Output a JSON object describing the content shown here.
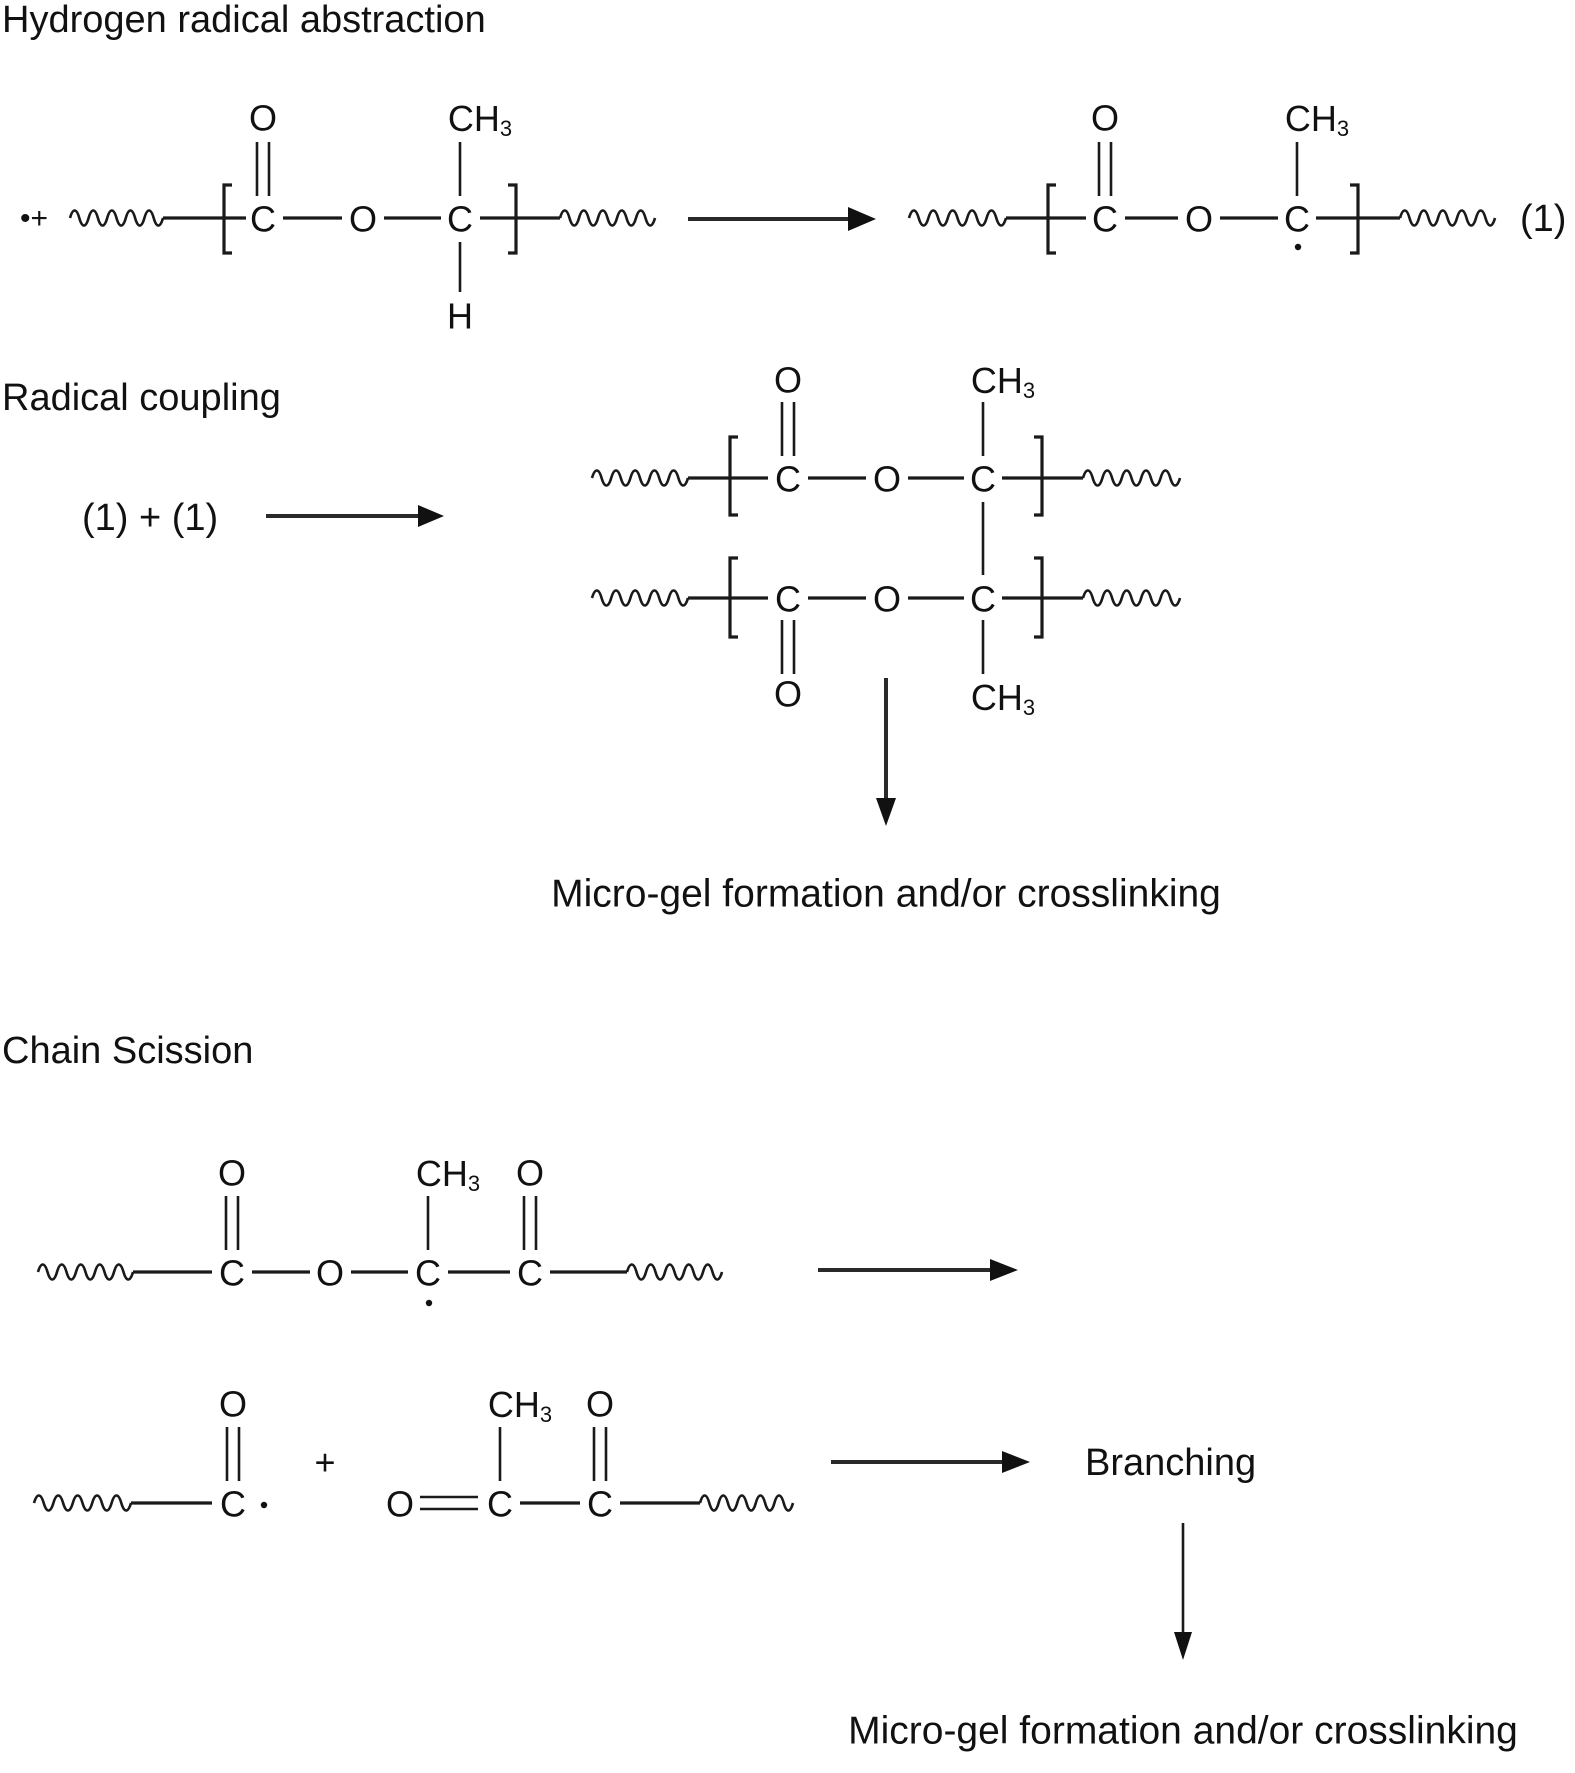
{
  "sections": {
    "hydrogen_abstraction": {
      "title": "Hydrogen radical abstraction",
      "reactant_prefix": "•+",
      "reactant": {
        "carbonyl_c": "C",
        "carbonyl_o": "O",
        "ester_o": "O",
        "alpha_c": "C",
        "methyl": "CH",
        "methyl_sub": "3",
        "hydrogen": "H"
      },
      "product": {
        "carbonyl_c": "C",
        "carbonyl_o": "O",
        "ester_o": "O",
        "radical_c": "C",
        "methyl": "CH",
        "methyl_sub": "3",
        "radical_dot": "•"
      },
      "product_label": "(1)"
    },
    "radical_coupling": {
      "title": "Radical coupling",
      "equation": "(1) + (1)",
      "upper_chain": {
        "carbonyl_c": "C",
        "carbonyl_o": "O",
        "ester_o": "O",
        "quaternary_c": "C",
        "methyl": "CH",
        "methyl_sub": "3"
      },
      "lower_chain": {
        "carbonyl_c": "C",
        "carbonyl_o": "O",
        "ester_o": "O",
        "quaternary_c": "C",
        "methyl": "CH",
        "methyl_sub": "3"
      },
      "result": "Micro-gel formation and/or crosslinking"
    },
    "chain_scission": {
      "title": "Chain Scission",
      "reactant": {
        "c1": "C",
        "o1_top": "O",
        "ester_o": "O",
        "radical_c": "C",
        "methyl": "CH",
        "methyl_sub": "3",
        "c2": "C",
        "o2_top": "O"
      },
      "acyl_radical": {
        "c": "C",
        "o_top": "O"
      },
      "plus": "+",
      "diketone": {
        "o_left": "O",
        "c1": "C",
        "methyl": "CH",
        "methyl_sub": "3",
        "c2": "C",
        "o_top": "O"
      },
      "intermediate": "Branching",
      "result": "Micro-gel formation and/or crosslinking"
    }
  }
}
